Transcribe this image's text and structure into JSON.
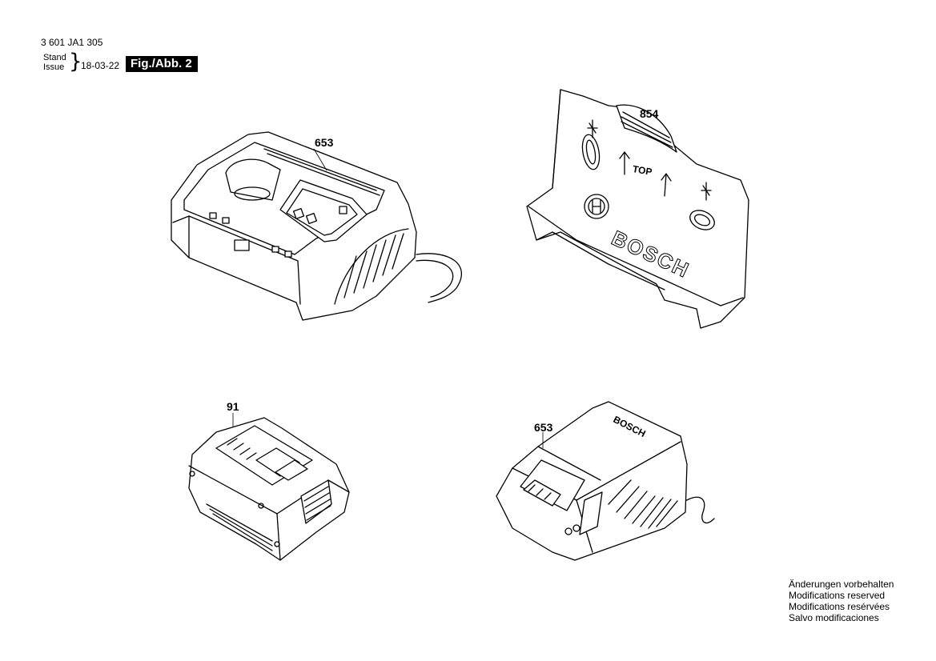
{
  "header": {
    "part_number": "3 601 JA1 305",
    "stand_label": "Stand",
    "issue_label": "Issue",
    "brace": "}",
    "date": "18-03-22",
    "figure_label": "Fig./Abb. 2"
  },
  "callouts": {
    "charger_top": "653",
    "holder": "854",
    "battery": "91",
    "charger_bottom": "653"
  },
  "holder_markings": {
    "brand": "BOSCH",
    "orientation": "TOP"
  },
  "charger_markings": {
    "brand": "BOSCH"
  },
  "legal": {
    "de": "Änderungen vorbehalten",
    "en": "Modifications reserved",
    "fr": "Modifications resérvées",
    "es": "Salvo modificaciones"
  }
}
